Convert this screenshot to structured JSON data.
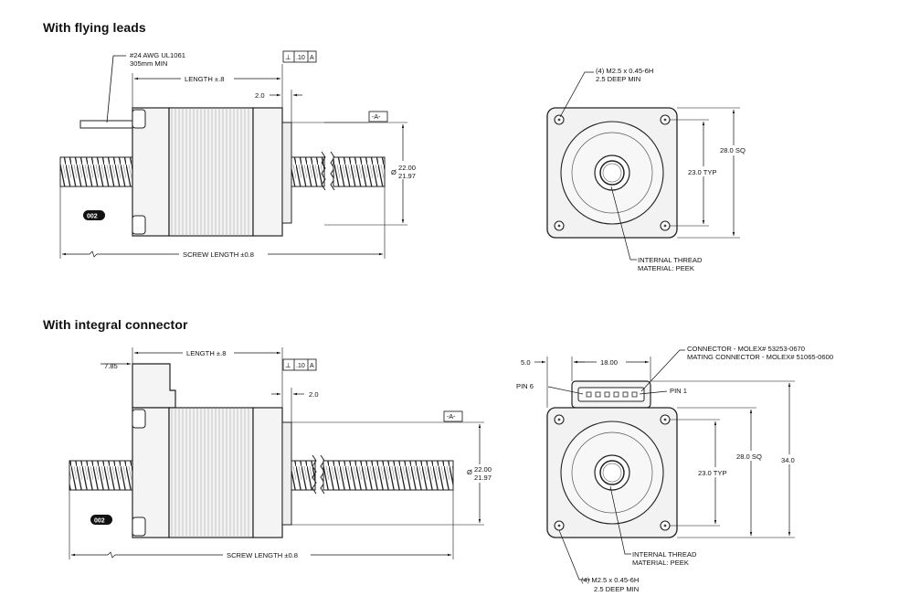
{
  "sections": {
    "flying": {
      "title": "With flying leads",
      "wire_line1": "#24 AWG UL1061",
      "wire_line2": "305mm MIN",
      "length": "LENGTH ±.8",
      "offset": "2.0",
      "tol_sym": "⊥",
      "tol_val": ".10",
      "tol_ref": "A",
      "datum": "-A-",
      "dia_upper": "22.00",
      "dia_lower": "21.97",
      "dia_sym": "Ø",
      "badge": "002",
      "screw_length": "SCREW LENGTH ±0.8",
      "holes_line1": "(4) M2.5 x 0.45-6H",
      "holes_line2": "2.5 DEEP MIN",
      "sq": "28.0 SQ",
      "typ": "23.0 TYP",
      "thread_line1": "INTERNAL THREAD",
      "thread_line2": "MATERIAL: PEEK"
    },
    "connector": {
      "title": "With integral connector",
      "length": "LENGTH ±.8",
      "width_785": "7.85",
      "offset": "2.0",
      "tol_sym": "⊥",
      "tol_val": ".10",
      "tol_ref": "A",
      "datum": "-A-",
      "dia_upper": "22.00",
      "dia_lower": "21.97",
      "dia_sym": "Ø",
      "badge": "002",
      "screw_length": "SCREW LENGTH ±0.8",
      "dim_5": "5.0",
      "dim_18": "18.00",
      "conn_line1": "CONNECTOR - MOLEX# 53253-0670",
      "conn_line2": "MATING CONNECTOR - MOLEX# 51065-0600",
      "pin6": "PIN 6",
      "pin1": "PIN 1",
      "sq": "28.0 SQ",
      "typ": "23.0 TYP",
      "dim_34": "34.0",
      "thread_line1": "INTERNAL THREAD",
      "thread_line2": "MATERIAL: PEEK",
      "holes_line1": "(4) M2.5 x 0.45-6H",
      "holes_line2": "2.5 DEEP MIN"
    }
  },
  "colors": {
    "ink": "#111111",
    "body_fill": "#f2f2f2",
    "line": "#222222"
  }
}
